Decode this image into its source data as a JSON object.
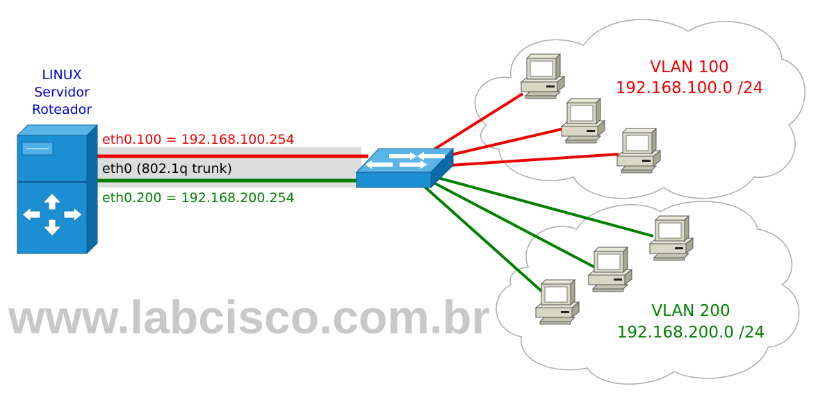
{
  "router": {
    "label_lines": [
      "LINUX",
      "Servidor",
      "Roteador"
    ],
    "label_color": "#0000cc"
  },
  "links": {
    "eth_vlan100": "eth0.100 = 192.168.100.254",
    "eth_trunk": "eth0 (802.1q trunk)",
    "eth_vlan200": "eth0.200 = 192.168.200.254"
  },
  "vlans": {
    "vlan100": {
      "name": "VLAN 100",
      "network": "192.168.100.0 /24",
      "color": "#ee0000"
    },
    "vlan200": {
      "name": "VLAN 200",
      "network": "192.168.200.0 /24",
      "color": "#008000"
    }
  },
  "watermark": "www.labcisco.com.br",
  "colors": {
    "trunk_band": "#dcdcdc",
    "device_blue": "#1b8fd2",
    "pc_beige": "#d8d8c4"
  }
}
